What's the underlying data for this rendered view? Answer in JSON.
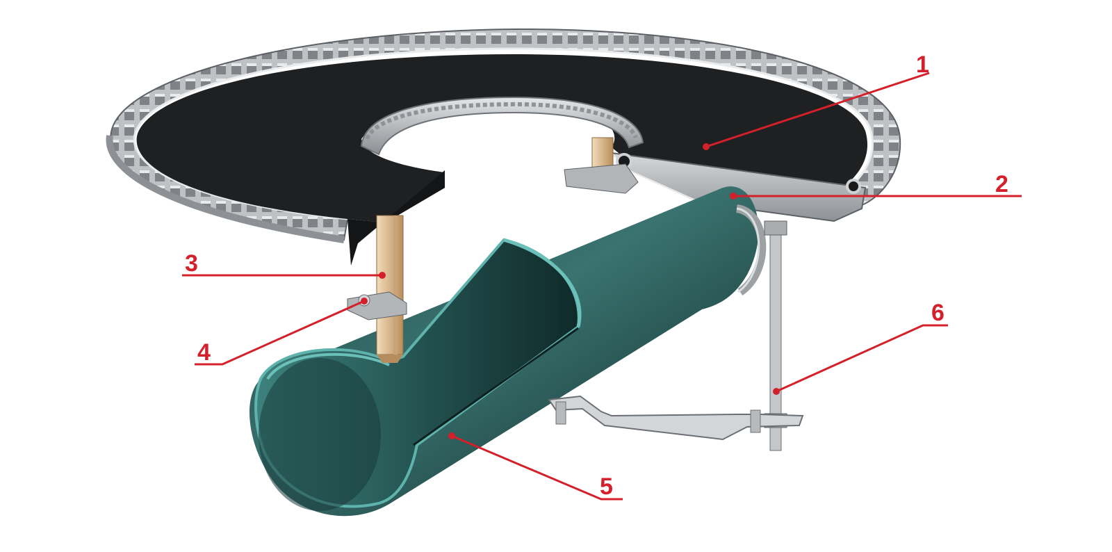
{
  "colors": {
    "callout": "#d4202a",
    "deck": "#1e1f21",
    "deck_edge": "#121314",
    "rim": "#b9bcbf",
    "rim_dark": "#7d8185",
    "pipe": "#2f5d5c",
    "pipe_light": "#56a6a0",
    "pipe_dark": "#0f2827",
    "bronze": "#e6c9a2",
    "steel": "#c9ccce"
  },
  "callouts": [
    {
      "id": "1",
      "label": "1"
    },
    {
      "id": "2",
      "label": "2"
    },
    {
      "id": "3",
      "label": "3"
    },
    {
      "id": "4",
      "label": "4"
    },
    {
      "id": "5",
      "label": "5"
    },
    {
      "id": "6",
      "label": "6"
    }
  ]
}
